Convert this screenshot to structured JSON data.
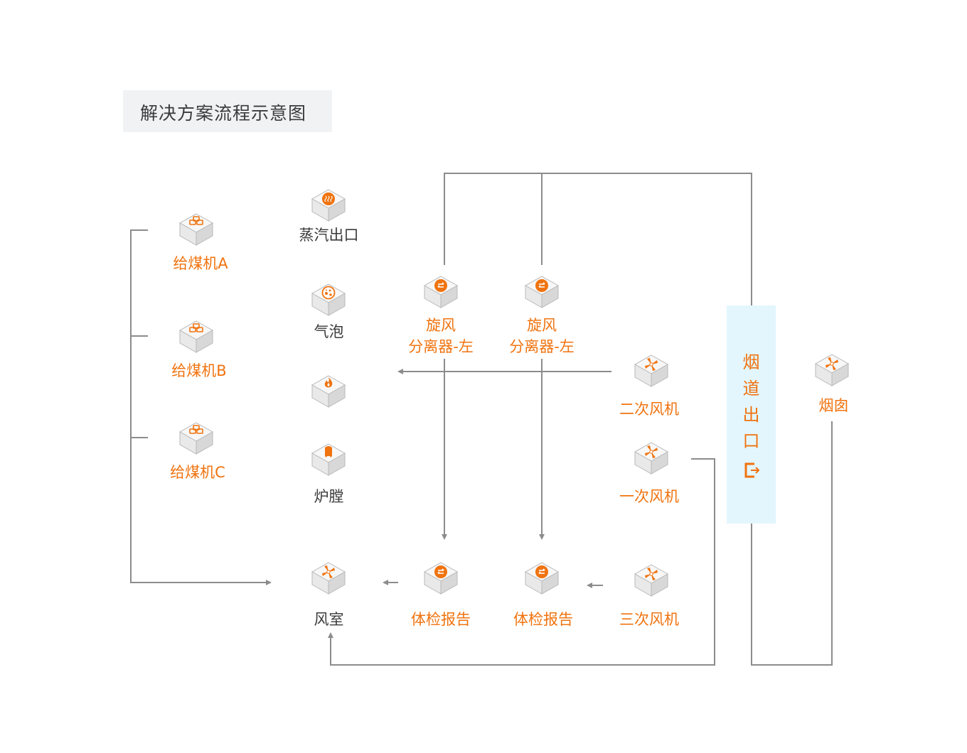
{
  "title": "解决方案流程示意图",
  "colors": {
    "accent": "#f0730f",
    "line": "#8c8c8c",
    "flue_bg": "#e3f6fd",
    "title_bg": "#f0f2f3",
    "dark_text": "#3a3a3a"
  },
  "feeders": [
    {
      "label": "给煤机A",
      "icon": "coal-blocks-icon"
    },
    {
      "label": "给煤机B",
      "icon": "coal-blocks-icon"
    },
    {
      "label": "给煤机C",
      "icon": "coal-blocks-icon"
    }
  ],
  "boiler": {
    "steam_outlet": {
      "label": "蒸汽出口",
      "icon": "steam-icon"
    },
    "bubble": {
      "label": "气泡",
      "icon": "bubbles-icon"
    },
    "flame": {
      "label": "",
      "icon": "flame-icon"
    },
    "furnace": {
      "label": "炉膛",
      "icon": "furnace-icon"
    }
  },
  "separators": [
    {
      "line1": "旋风",
      "line2": "分离器-左",
      "icon": "exchange-icon"
    },
    {
      "line1": "旋风",
      "line2": "分离器-左",
      "icon": "exchange-icon"
    }
  ],
  "fans": {
    "secondary": {
      "label": "二次风机",
      "icon": "fan-icon"
    },
    "primary": {
      "label": "一次风机",
      "icon": "fan-icon"
    },
    "tertiary": {
      "label": "三次风机",
      "icon": "fan-icon"
    },
    "windbox": {
      "label": "风室",
      "icon": "fan-icon"
    },
    "chimney": {
      "label": "烟囱",
      "icon": "fan-icon"
    }
  },
  "reports": [
    {
      "label": "体检报告",
      "icon": "exchange-icon"
    },
    {
      "label": "体检报告",
      "icon": "exchange-icon"
    }
  ],
  "flue_outlet": {
    "chars": [
      "烟",
      "道",
      "出",
      "口"
    ],
    "icon": "exit-icon"
  }
}
